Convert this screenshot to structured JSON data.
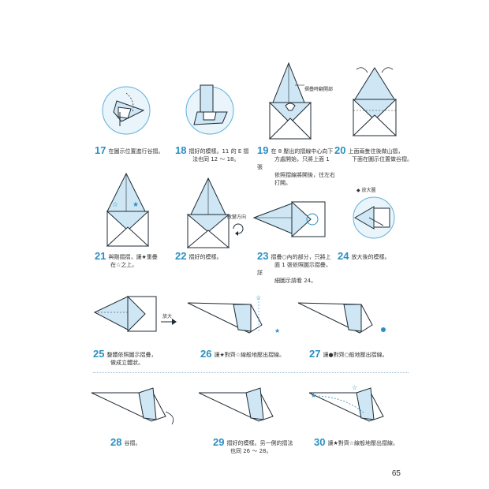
{
  "page_number": "65",
  "callouts": {
    "fold_open": "摺疊時翻開部",
    "enlarge_title": "◆ 放大圖",
    "change_direction": "改變方向",
    "zoom": "放大"
  },
  "steps": [
    {
      "num": "17",
      "lines": [
        "在圖示位置進行谷摺。"
      ]
    },
    {
      "num": "18",
      "lines": [
        "摺好的模樣。11 的 E 摺",
        "法也同 12 ～ 18。"
      ]
    },
    {
      "num": "19",
      "lines": [
        "在 8 壓出的摺線中心向下",
        "方處開始，只將上面 1 張",
        "依照摺線將開後，往左右",
        "打開。"
      ]
    },
    {
      "num": "20",
      "lines": [
        "上面兩隻往後做山摺，",
        "下面在圖示位置做谷摺。"
      ]
    },
    {
      "num": "21",
      "lines": [
        "與剛摺摺，讓★重疊",
        "在☆之上。"
      ]
    },
    {
      "num": "22",
      "lines": [
        "摺好的模樣。"
      ]
    },
    {
      "num": "23",
      "lines": [
        "摺疊○內的部分，只將上",
        "面 1 張依照圖示摺疊，詳",
        "細圖示請看 24。"
      ]
    },
    {
      "num": "24",
      "lines": [
        "放大後的模樣。"
      ]
    },
    {
      "num": "25",
      "lines": [
        "整體依照圖示摺疊，",
        "做成立體狀。"
      ]
    },
    {
      "num": "26",
      "lines": [
        "讓★對齊☆線般地壓出摺線。"
      ]
    },
    {
      "num": "27",
      "lines": [
        "讓●對齊○般地壓出摺線。"
      ]
    },
    {
      "num": "28",
      "lines": [
        "谷摺。"
      ]
    },
    {
      "num": "29",
      "lines": [
        "摺好的模樣。另一側的摺法",
        "也同 26 ～ 28。"
      ]
    },
    {
      "num": "30",
      "lines": [
        "讓★對齊☆線般地壓出摺線。"
      ]
    }
  ],
  "colors": {
    "accent": "#2a8fc4",
    "paper_blue": "#cfe7f5",
    "line": "#1e2a33"
  }
}
